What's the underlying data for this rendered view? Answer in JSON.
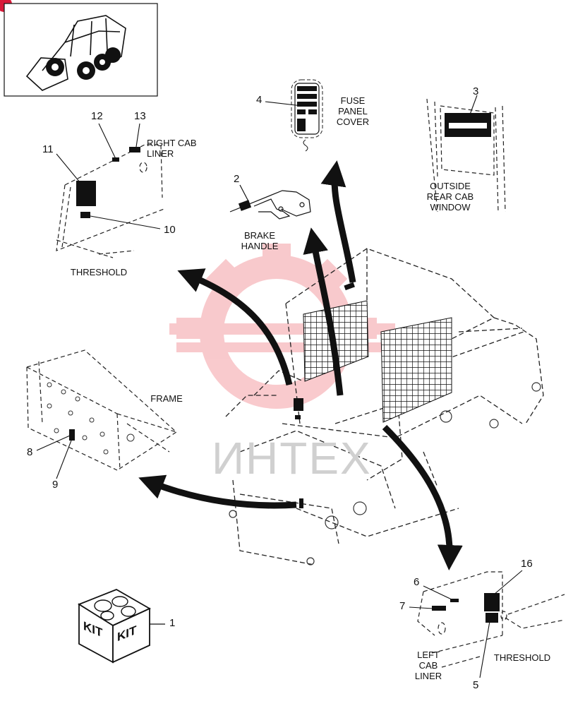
{
  "labels": {
    "fuse_panel_cover": "FUSE\nPANEL\nCOVER",
    "right_cab_liner": "RIGHT CAB\nLINER",
    "outside_rear_cab_window": "OUTSIDE\nREAR CAB\nWINDOW",
    "brake_handle": "BRAKE\nHANDLE",
    "threshold_top": "THRESHOLD",
    "frame": "FRAME",
    "left_cab_liner": "LEFT\nCAB\nLINER",
    "threshold_bottom": "THRESHOLD",
    "kit_left": "KIT",
    "kit_right": "KIT"
  },
  "callouts": {
    "c1": "1",
    "c2": "2",
    "c3": "3",
    "c4": "4",
    "c5": "5",
    "c6": "6",
    "c7": "7",
    "c8": "8",
    "c9": "9",
    "c10": "10",
    "c11": "11",
    "c12": "12",
    "c13": "13",
    "c16": "16"
  },
  "watermark": {
    "text": "ИНТЕХ",
    "color": "#e8404a"
  },
  "colors": {
    "line": "#111111",
    "dash": "#222222",
    "badge": "#d81b3a"
  }
}
